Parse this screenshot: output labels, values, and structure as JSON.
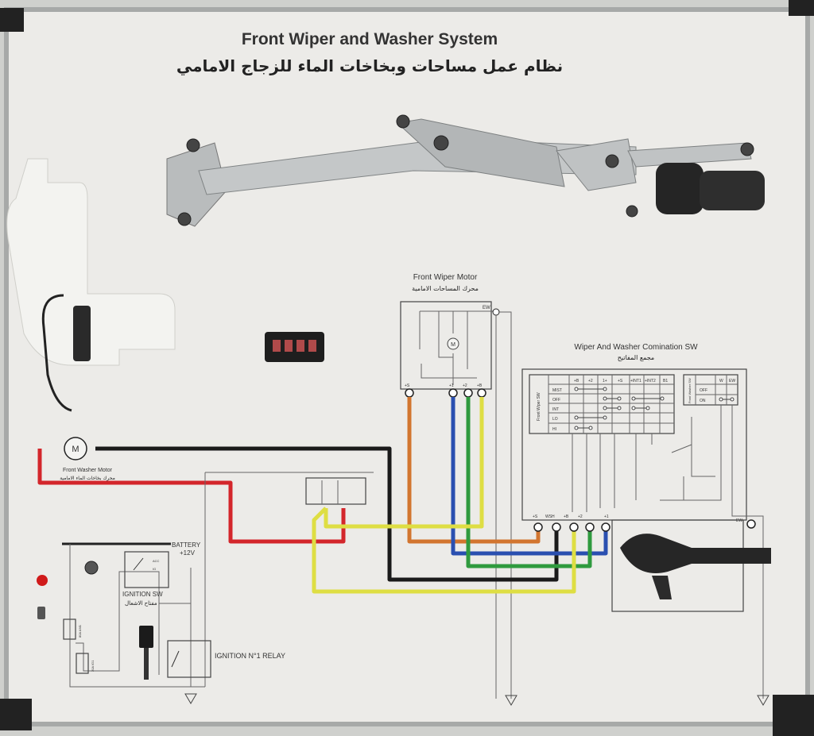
{
  "title": "Front Wiper and Washer System",
  "title_ar": "نظام عمل مساحات وبخاخات الماء للزجاج الامامي",
  "wiper_motor": {
    "label": "Front Wiper Motor",
    "label_ar": "محرك المساحات الامامية",
    "terminals": [
      "+S",
      "+1",
      "+2",
      "+B"
    ],
    "ew": "EW",
    "motor_symbol": "M"
  },
  "combination_switch": {
    "label": "Wiper And Washer Comination SW",
    "label_ar": "مجمع المفاتيح",
    "wiper_table": {
      "side_label": "Front Wiper SW",
      "columns": [
        "+B",
        "+2",
        "1+",
        "+S",
        "+INT1",
        "+INT2",
        "B1"
      ],
      "rows": [
        "MIST",
        "OFF",
        "INT",
        "LO",
        "HI"
      ]
    },
    "washer_table": {
      "side_label": "Front Washer SW",
      "columns": [
        "W",
        "EW"
      ],
      "rows": [
        "OFF",
        "ON"
      ]
    },
    "connector_labels": [
      "+S",
      "WSH",
      "+B",
      "+2",
      "+1",
      "EW"
    ]
  },
  "washer_motor": {
    "label": "Front Washer Motor",
    "label_ar": "محرك بخاخات الماء الامامية",
    "motor_symbol": "M"
  },
  "battery": {
    "label": "BATTERY",
    "voltage": "+12V"
  },
  "ignition_sw": {
    "label": "IGNITION SW",
    "label_ar": "مفتاح الاشعال",
    "positions": [
      "ACC",
      "IG"
    ]
  },
  "relay": {
    "label": "IGNITION N°1 RELAY"
  },
  "fuses": [
    "80A AM1",
    "20A IG1"
  ],
  "wire_colors": {
    "red": "#d3262b",
    "black": "#1a1a1a",
    "orange": "#d2752f",
    "blue": "#2a4fb0",
    "green": "#2f9a3e",
    "yellow": "#dede43"
  }
}
